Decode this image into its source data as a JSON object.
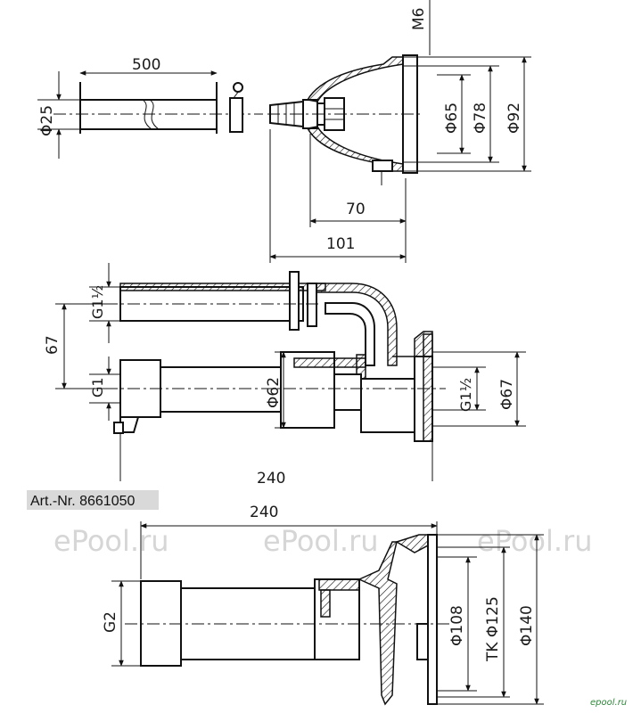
{
  "article_label": "Art.-Nr. 8661050",
  "watermarks": [
    "ePool.ru",
    "ePool.ru",
    "ePool.ru"
  ],
  "corner_link": "epool.ru",
  "top_view": {
    "hose_length": "500",
    "hose_diameter": "Φ25",
    "bolt": "M6",
    "d_inner": "Φ65",
    "d_mid": "Φ78",
    "d_outer": "Φ92",
    "depth_70": "70",
    "depth_101": "101"
  },
  "middle_view": {
    "thread_top": "G1½",
    "offset": "67",
    "thread_bottom": "G1",
    "d_pipe": "Φ62",
    "thread_flange": "G1½",
    "d_flange": "Φ67",
    "length": "240"
  },
  "bottom_view": {
    "length": "240",
    "thread": "G2",
    "d_108": "Φ108",
    "tk_125": "TK Φ125",
    "d_140": "Φ140"
  }
}
